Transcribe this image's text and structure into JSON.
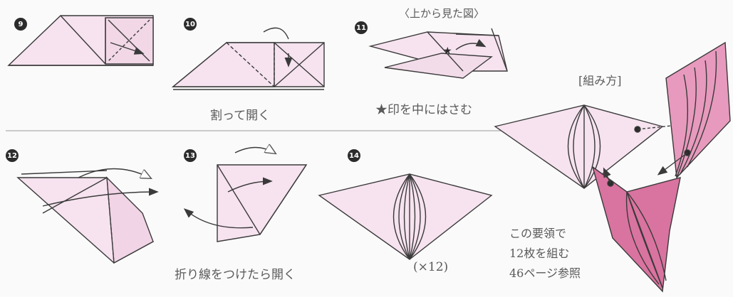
{
  "steps": [
    {
      "number": "9"
    },
    {
      "number": "10",
      "caption": "割って開く"
    },
    {
      "number": "11",
      "top_note": "〈上から見た図〉",
      "caption": "★印を中にはさむ"
    },
    {
      "number": "12"
    },
    {
      "number": "13",
      "caption": "折り線をつけたら開く"
    },
    {
      "number": "14",
      "caption": "(×12)"
    }
  ],
  "assembly": {
    "title": "[組み方]",
    "note_lines": [
      "この要領で",
      "12枚を組む",
      "46ページ参照"
    ]
  },
  "colors": {
    "paper_light": "#f6e3ef",
    "paper_pink": "#e79abd",
    "paper_dark_pink": "#d9739f",
    "line": "#3a3a3a"
  }
}
